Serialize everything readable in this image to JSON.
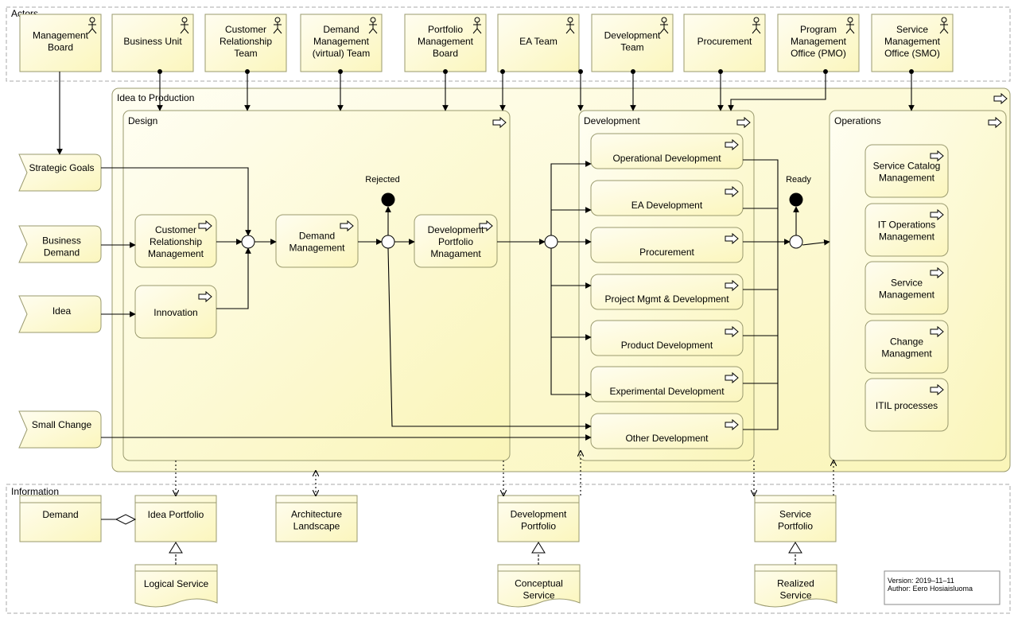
{
  "groups": {
    "actors": "Actors",
    "information": "Information"
  },
  "containers": {
    "idea_to_production": "Idea to Production",
    "design": "Design",
    "development": "Development",
    "operations": "Operations"
  },
  "actors": [
    {
      "id": "management-board",
      "lines": [
        "Management",
        "Board"
      ]
    },
    {
      "id": "business-unit",
      "lines": [
        "Business Unit"
      ]
    },
    {
      "id": "customer-relationship-team",
      "lines": [
        "Customer",
        "Relationship",
        "Team"
      ]
    },
    {
      "id": "demand-management-team",
      "lines": [
        "Demand",
        "Management",
        "(virtual) Team"
      ]
    },
    {
      "id": "portfolio-management-board",
      "lines": [
        "Portfolio",
        "Management",
        "Board"
      ]
    },
    {
      "id": "ea-team",
      "lines": [
        "EA Team"
      ]
    },
    {
      "id": "development-team",
      "lines": [
        "Development",
        "Team"
      ]
    },
    {
      "id": "procurement",
      "lines": [
        "Procurement"
      ]
    },
    {
      "id": "pmo",
      "lines": [
        "Program",
        "Management",
        "Office (PMO)"
      ]
    },
    {
      "id": "smo",
      "lines": [
        "Service",
        "Management",
        "Office (SMO)"
      ]
    }
  ],
  "drivers": [
    {
      "id": "strategic-goals",
      "lines": [
        "Strategic Goals"
      ]
    },
    {
      "id": "business-demand",
      "lines": [
        "Business",
        "Demand"
      ]
    },
    {
      "id": "idea",
      "lines": [
        "Idea"
      ]
    },
    {
      "id": "small-change",
      "lines": [
        "Small Change"
      ]
    }
  ],
  "design_processes": [
    {
      "id": "crm",
      "lines": [
        "Customer",
        "Relationship",
        "Management"
      ]
    },
    {
      "id": "innovation",
      "lines": [
        "Innovation"
      ]
    },
    {
      "id": "demand-management",
      "lines": [
        "Demand",
        "Management"
      ]
    },
    {
      "id": "dev-portfolio-mgmt",
      "lines": [
        "Development",
        "Portfolio",
        "Mnagament"
      ]
    }
  ],
  "events": {
    "rejected": "Rejected",
    "ready": "Ready"
  },
  "development_processes": [
    {
      "id": "operational-development",
      "label": "Operational Development"
    },
    {
      "id": "ea-development",
      "label": "EA Development"
    },
    {
      "id": "procurement-process",
      "label": "Procurement"
    },
    {
      "id": "project-mgmt-development",
      "label": "Project Mgmt & Development"
    },
    {
      "id": "product-development",
      "label": "Product Development"
    },
    {
      "id": "experimental-development",
      "label": "Experimental Development"
    },
    {
      "id": "other-development",
      "label": "Other Development"
    }
  ],
  "operations_processes": [
    {
      "id": "service-catalog-management",
      "lines": [
        "Service Catalog",
        "Management"
      ]
    },
    {
      "id": "it-operations-management",
      "lines": [
        "IT Operations",
        "Management"
      ]
    },
    {
      "id": "service-management",
      "lines": [
        "Service",
        "Management"
      ]
    },
    {
      "id": "change-management",
      "lines": [
        "Change",
        "Managment"
      ]
    },
    {
      "id": "itil-processes",
      "lines": [
        "ITIL processes"
      ]
    }
  ],
  "objects": [
    {
      "id": "demand",
      "lines": [
        "Demand"
      ]
    },
    {
      "id": "idea-portfolio",
      "lines": [
        "Idea Portfolio"
      ]
    },
    {
      "id": "architecture-landscape",
      "lines": [
        "Architecture",
        "Landscape"
      ]
    },
    {
      "id": "development-portfolio",
      "lines": [
        "Development",
        "Portfolio"
      ]
    },
    {
      "id": "service-portfolio",
      "lines": [
        "Service",
        "Portfolio"
      ]
    }
  ],
  "representations": [
    {
      "id": "logical-service",
      "lines": [
        "Logical Service"
      ]
    },
    {
      "id": "conceptual-service",
      "lines": [
        "Conceptual",
        "Service"
      ]
    },
    {
      "id": "realized-service",
      "lines": [
        "Realized",
        "Service"
      ]
    }
  ],
  "version_note": {
    "version": "Version: 2019–11–11",
    "author": "Author: Eero Hosiaisluoma"
  },
  "colors": {
    "fill": "#ffffcc",
    "fill_gradient_end": "#f5f0a8",
    "stroke": "#9a9a6e",
    "group_border": "#a8a8a8"
  }
}
